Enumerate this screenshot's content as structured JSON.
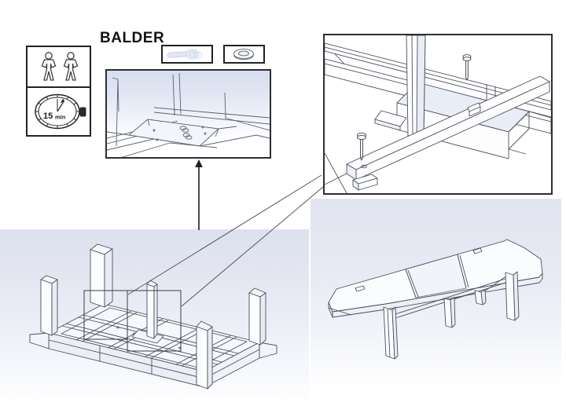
{
  "title": "BALDER",
  "requirements": {
    "people_icon": "two-people-icon",
    "time": {
      "value": "15",
      "unit": "min"
    }
  },
  "parts": [
    {
      "id": "bolt-screw",
      "icon": "bolt-part-icon"
    },
    {
      "id": "washer",
      "icon": "washer-part-icon"
    }
  ],
  "scenes": {
    "inset": "underside-closeup-drawing",
    "detail": "leg-rail-screw-assembly-drawing",
    "left": "upside-down-table-drawing",
    "right": "assembled-extension-table-drawing"
  },
  "colors": {
    "panel_top": "#dde1ee",
    "cad_line": "#4b505c",
    "box_border": "#222222",
    "bolt_tint": "#d4dcee"
  }
}
